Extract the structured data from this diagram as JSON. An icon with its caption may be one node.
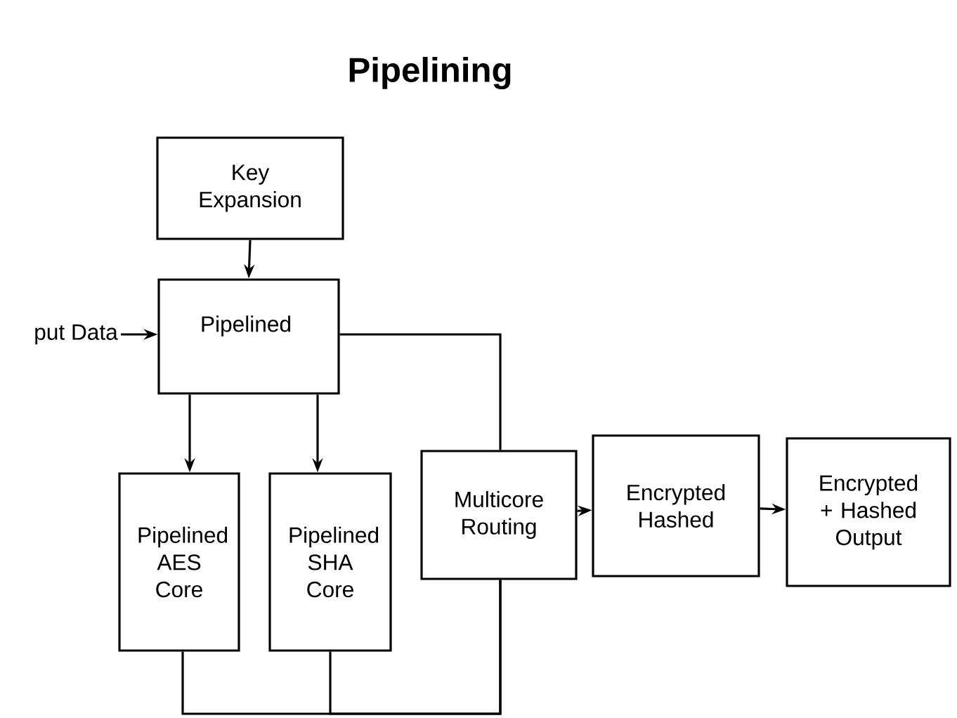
{
  "diagram": {
    "title": "Pipelining",
    "nodes": [
      {
        "text": [
          "Key Expansion"
        ]
      },
      {
        "text": [
          "Pipelined"
        ]
      },
      {
        "text": [
          "put Data"
        ]
      },
      {
        "text": [
          "Pipelined AES Core"
        ]
      },
      {
        "text": [
          "Pipelined SHA Core"
        ]
      },
      {
        "text": [
          "Multicore Routing"
        ]
      },
      {
        "text": [
          "Encrypted Hashed"
        ]
      },
      {
        "text": [
          "Encrypted + Hashed Output"
        ]
      }
    ],
    "edges": [
      {
        "from": 0,
        "to": 1,
        "arrow": "to"
      },
      {
        "from": 2,
        "to": 1,
        "arrow": "to"
      },
      {
        "from": 1,
        "to": 3,
        "arrow": "to"
      },
      {
        "from": 1,
        "to": 4,
        "arrow": "to"
      },
      {
        "from": 1,
        "to": 5,
        "arrow": "none"
      },
      {
        "from": 3,
        "to": 5,
        "arrow": "none"
      },
      {
        "from": 4,
        "to": 5,
        "arrow": "none"
      },
      {
        "from": 5,
        "to": 6,
        "arrow": "to"
      },
      {
        "from": 6,
        "to": 7,
        "arrow": "to"
      }
    ]
  }
}
